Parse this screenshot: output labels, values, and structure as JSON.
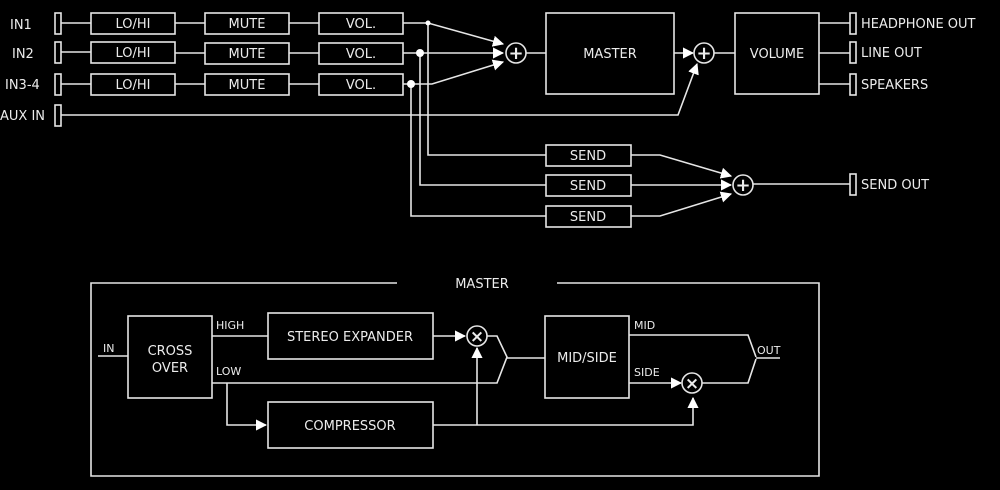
{
  "signal_flow": {
    "inputs": [
      {
        "label": "IN1",
        "chain": [
          "LO/HI",
          "MUTE",
          "VOL."
        ]
      },
      {
        "label": "IN2",
        "chain": [
          "LO/HI",
          "MUTE",
          "VOL."
        ]
      },
      {
        "label": "IN3-4",
        "chain": [
          "LO/HI",
          "MUTE",
          "VOL."
        ]
      },
      {
        "label": "AUX IN"
      }
    ],
    "mix_sum_symbol": "+",
    "master_block": "MASTER",
    "aux_sum_symbol": "+",
    "volume_block": "VOLUME",
    "outputs": [
      "HEADPHONE OUT",
      "LINE OUT",
      "SPEAKERS"
    ],
    "sends": [
      "SEND",
      "SEND",
      "SEND"
    ],
    "send_sum_symbol": "+",
    "send_output": "SEND OUT"
  },
  "master_detail": {
    "title": "MASTER",
    "input_label": "IN",
    "crossover_line1": "CROSS",
    "crossover_line2": "OVER",
    "high_label": "HIGH",
    "low_label": "LOW",
    "stereo_expander": "STEREO EXPANDER",
    "compressor": "COMPRESSOR",
    "multiply_symbol": "×",
    "mid_side": "MID/SIDE",
    "mid_label": "MID",
    "side_label": "SIDE",
    "output_label": "OUT"
  }
}
